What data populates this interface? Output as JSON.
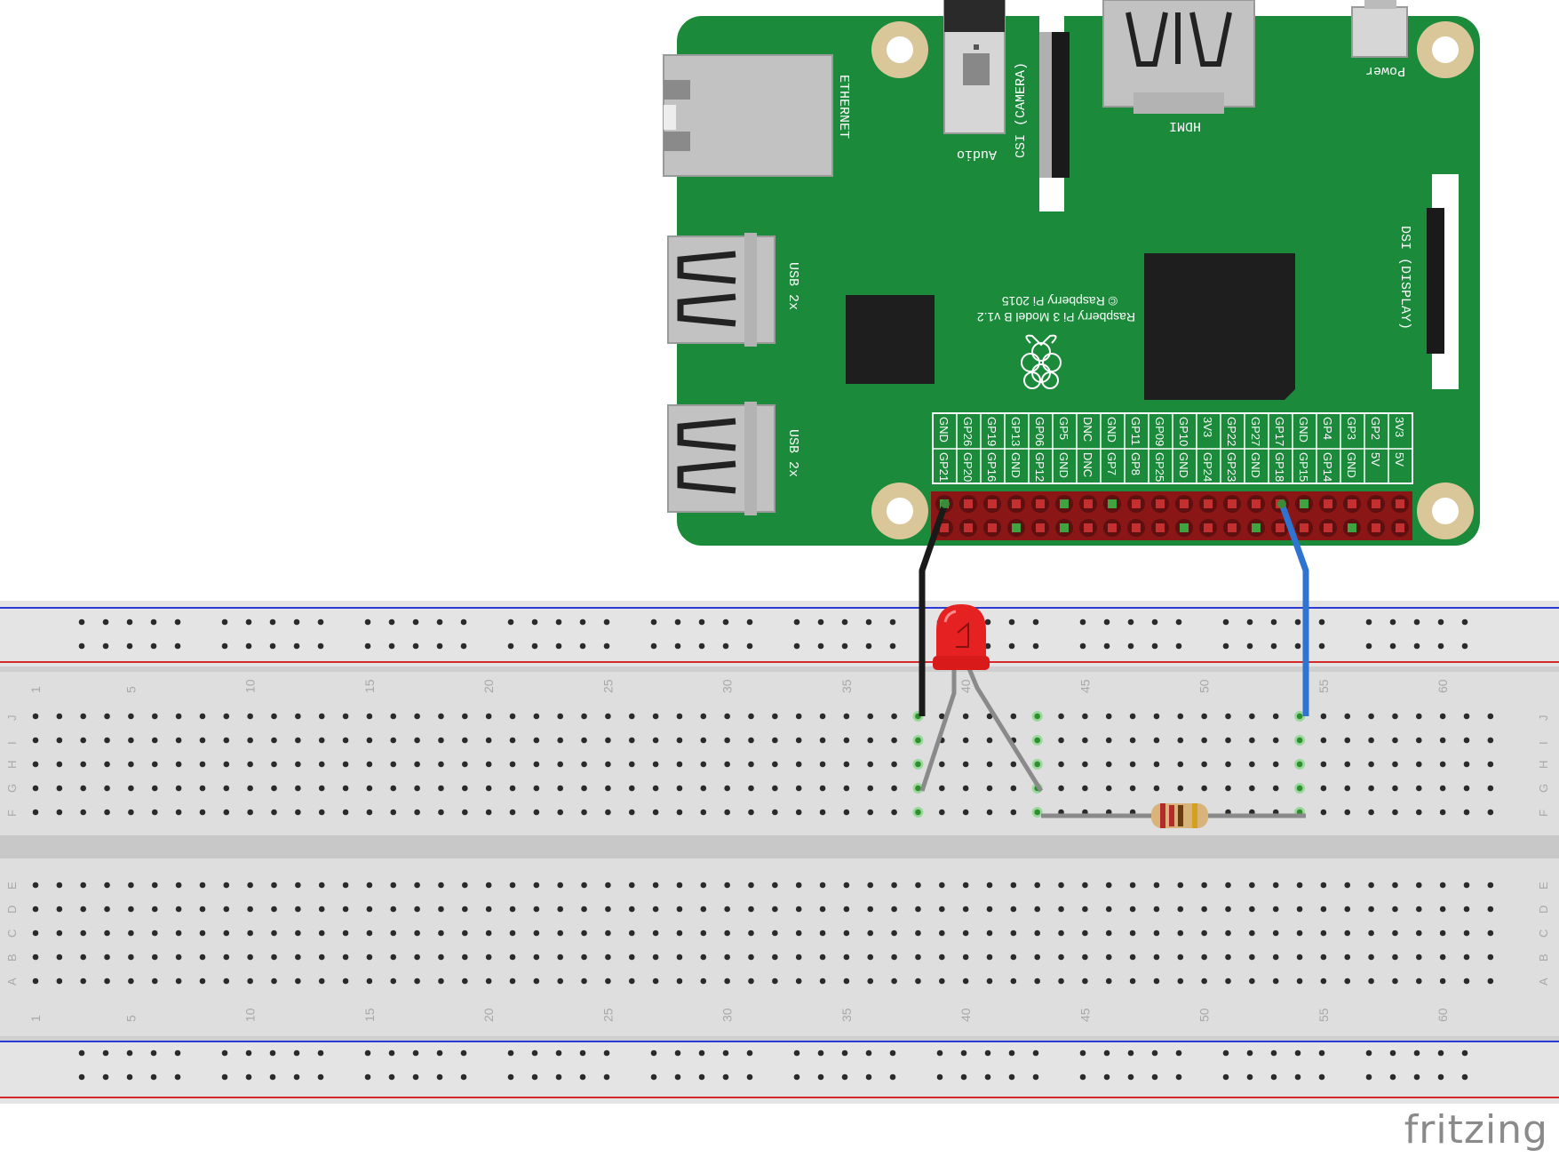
{
  "board": {
    "model": "Raspberry Pi 3 Model B v1.2",
    "copyright": "© Raspberry Pi 2015",
    "labels": {
      "ethernet": "ETHERNET",
      "audio": "Audio",
      "csi": "CSI (CAMERA)",
      "hdmi": "HDMI",
      "power": "Power",
      "dsi": "DSI (DISPLAY)",
      "usb1": "USB 2x",
      "usb2": "USB 2x"
    },
    "pin_labels_top": [
      "GND",
      "GP26",
      "GP19",
      "GP13",
      "GP06",
      "GP5",
      "DNC",
      "GND",
      "GP11",
      "GP09",
      "GP10",
      "3V3",
      "GP22",
      "GP27",
      "GP17",
      "GND",
      "GP4",
      "GP3",
      "GP2",
      "3V3"
    ],
    "pin_labels_bottom": [
      "GP21",
      "GP20",
      "GP16",
      "GND",
      "GP12",
      "GND",
      "DNC",
      "GP7",
      "GP8",
      "GP25",
      "GND",
      "GP24",
      "GP23",
      "GND",
      "GP18",
      "GP15",
      "GP14",
      "GND",
      "5V",
      "5V"
    ],
    "colors": {
      "pcb": "#1c8a3b",
      "header": "#8a1616"
    }
  },
  "breadboard": {
    "column_numbers": [
      "1",
      "5",
      "10",
      "15",
      "20",
      "25",
      "30",
      "35",
      "40",
      "45",
      "50",
      "55",
      "60"
    ],
    "row_letters_top": [
      "J",
      "I",
      "H",
      "G",
      "F"
    ],
    "row_letters_bottom": [
      "E",
      "D",
      "C",
      "B",
      "A"
    ],
    "colors": {
      "body": "#dcdcdc",
      "rail_blue": "#2a3bd6",
      "rail_red": "#d42a2a"
    }
  },
  "wires": [
    {
      "name": "black-wire",
      "color": "#1a1a1a",
      "from": "GND pin",
      "to": "column 38"
    },
    {
      "name": "blue-wire",
      "color": "#2f74d0",
      "from": "GP17 pin",
      "to": "column 54"
    }
  ],
  "components": {
    "led": {
      "color": "#e52121"
    },
    "resistor": {
      "bands": [
        "#b52a2a",
        "#b52a2a",
        "#6b3b12",
        "#d4a020"
      ]
    }
  },
  "brand": "fritzing"
}
